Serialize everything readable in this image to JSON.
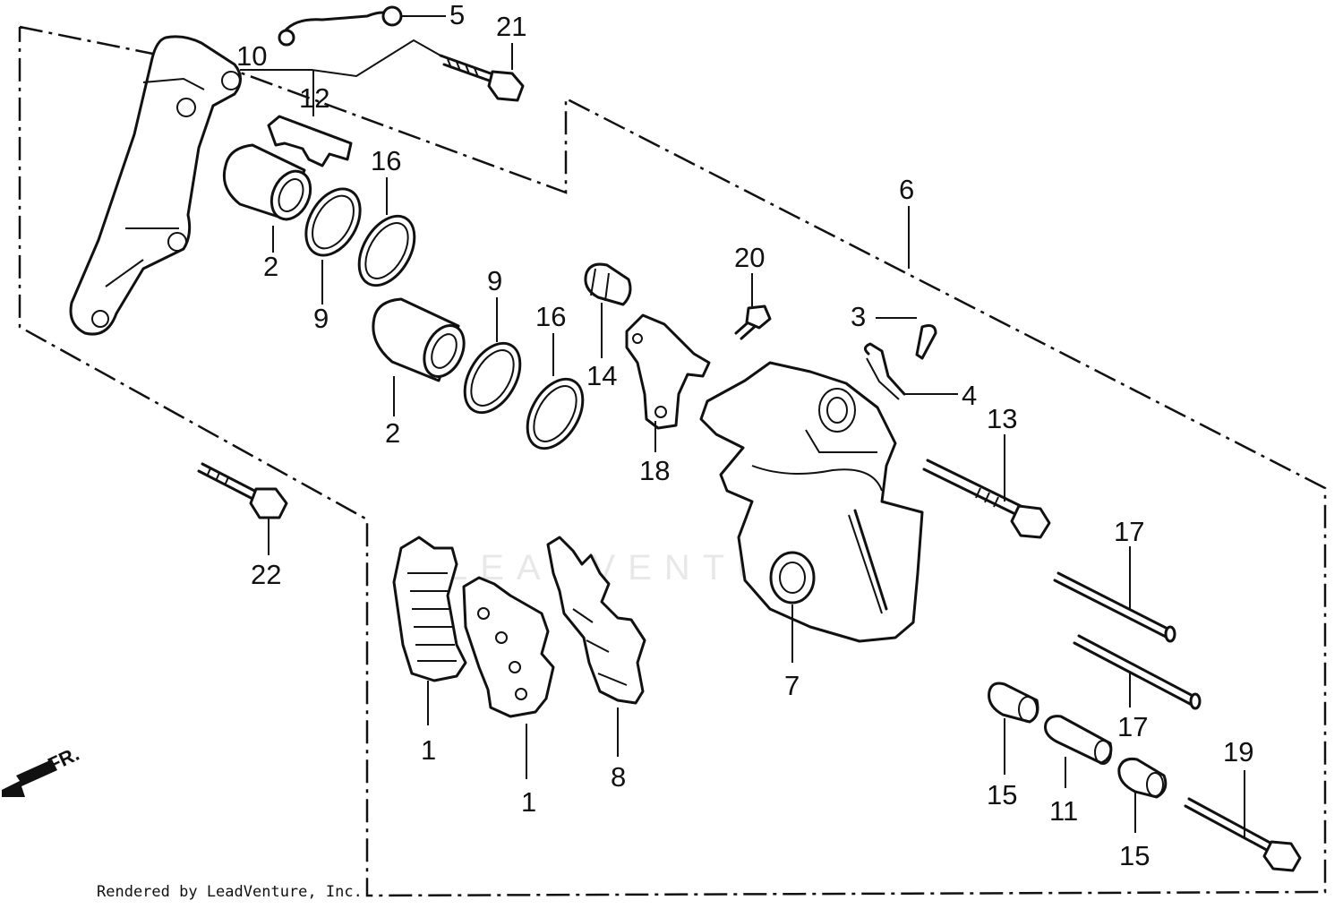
{
  "diagram": {
    "watermark": "LEADVENTURE",
    "direction_label": "FR.",
    "footer": "Rendered by LeadVenture, Inc.",
    "callouts": [
      {
        "id": "c5",
        "text": "5"
      },
      {
        "id": "c21",
        "text": "21"
      },
      {
        "id": "c10",
        "text": "10"
      },
      {
        "id": "c12",
        "text": "12"
      },
      {
        "id": "c16a",
        "text": "16"
      },
      {
        "id": "c2a",
        "text": "2"
      },
      {
        "id": "c9a",
        "text": "9"
      },
      {
        "id": "c6",
        "text": "6"
      },
      {
        "id": "c20",
        "text": "20"
      },
      {
        "id": "c9b",
        "text": "9"
      },
      {
        "id": "c16b",
        "text": "16"
      },
      {
        "id": "c3",
        "text": "3"
      },
      {
        "id": "c14",
        "text": "14"
      },
      {
        "id": "c4",
        "text": "4"
      },
      {
        "id": "c2b",
        "text": "2"
      },
      {
        "id": "c13",
        "text": "13"
      },
      {
        "id": "c18",
        "text": "18"
      },
      {
        "id": "c17a",
        "text": "17"
      },
      {
        "id": "c22",
        "text": "22"
      },
      {
        "id": "c7",
        "text": "7"
      },
      {
        "id": "c17b",
        "text": "17"
      },
      {
        "id": "c19",
        "text": "19"
      },
      {
        "id": "c1a",
        "text": "1"
      },
      {
        "id": "c8",
        "text": "8"
      },
      {
        "id": "c15a",
        "text": "15"
      },
      {
        "id": "c11",
        "text": "11"
      },
      {
        "id": "c1b",
        "text": "1"
      },
      {
        "id": "c15b",
        "text": "15"
      }
    ]
  }
}
